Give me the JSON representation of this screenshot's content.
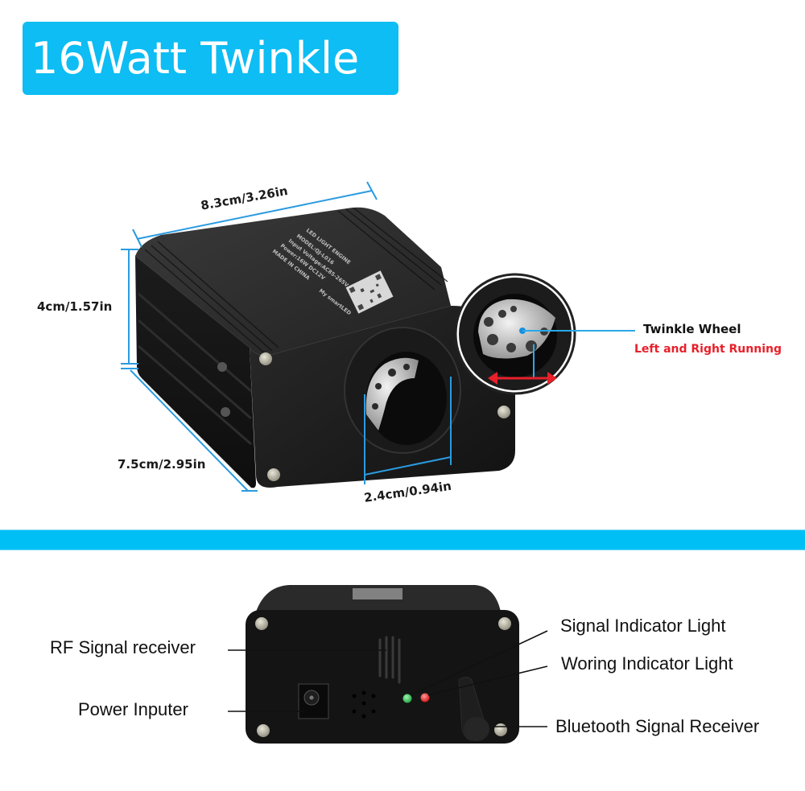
{
  "header": {
    "title": "16Watt Twinkle",
    "badge_color": "#0dbdf3"
  },
  "dimensions_view": {
    "length_label": "8.3cm/3.26in",
    "height_label": "4cm/1.57in",
    "depth_label": "7.5cm/2.95in",
    "lens_label": "2.4cm/0.94in",
    "dimension_line_color": "#2b9be0",
    "device_top_label": {
      "line1": "LED LIGHT ENGINE",
      "line2": "MODEL:QJ-L016",
      "line3": "Input Voltage:AC85-265V",
      "line4": "Power:16W   DC12V",
      "line5": "MADE IN CHINA",
      "app": "My smartLED"
    },
    "twinkle_callout": {
      "title": "Twinkle Wheel",
      "subtitle": "Left and Right Running",
      "subtitle_color": "#e8202a"
    }
  },
  "divider_color": "#00bff5",
  "back_panel_view": {
    "callouts": {
      "rf_signal": "RF Signal receiver",
      "power_input": "Power Inputer",
      "signal_indicator": "Signal Indicator Light",
      "working_indicator": "Woring Indicator Light",
      "bluetooth": "Bluetooth Signal Receiver"
    },
    "led_colors": {
      "signal": "#1fcf4a",
      "working": "#ee1c1c"
    }
  }
}
